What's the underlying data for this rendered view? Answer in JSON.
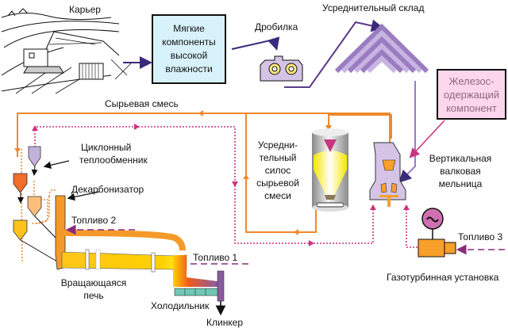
{
  "diagram": {
    "title": "Cement clinker production flow",
    "labels": {
      "quarry": "Карьер",
      "soft_components": [
        "Мягкие",
        "компоненты",
        "высокой",
        "влажности"
      ],
      "crusher": "Дробилка",
      "blending_store": "Усреднительный склад",
      "iron_component": [
        "Железос-",
        "одержащий",
        "компонент"
      ],
      "raw_mix": "Сырьевая смесь",
      "cyclone_preheater": [
        "Циклонный",
        "теплообменник"
      ],
      "precalciner": "Декарбонизатор",
      "fuel2": "Топливо 2",
      "homogenizing_silo": [
        "Усредни-",
        "тельный",
        "силос",
        "сырьевой",
        "смеси"
      ],
      "vertical_mill": [
        "Вертикальная",
        "валковая",
        "мельница"
      ],
      "rotary_kiln": [
        "Вращающаяся",
        "печь"
      ],
      "fuel1": "Топливо 1",
      "cooler": "Холодильник",
      "clinker": "Клинкер",
      "fuel3": "Топливо 3",
      "gas_turbine": "Газотурбинная установка"
    },
    "colors": {
      "soft_box_fill": "#d8f2fb",
      "iron_box_fill": "#fcd6ec",
      "iron_box_text": "#8a6a80",
      "flow_purple": "#5a3a8a",
      "mill_fill": "#d5c4e6",
      "raw_mix_line": "#f0882a",
      "hot_gas_line": "#c9357f",
      "fuel_line": "#8a2a7a",
      "kiln_yellow": "#ffc61a",
      "kiln_orange": "#f59a2a",
      "cooler_fill": "#6fc7b4",
      "turbine_fill": "#f7a02a"
    }
  }
}
